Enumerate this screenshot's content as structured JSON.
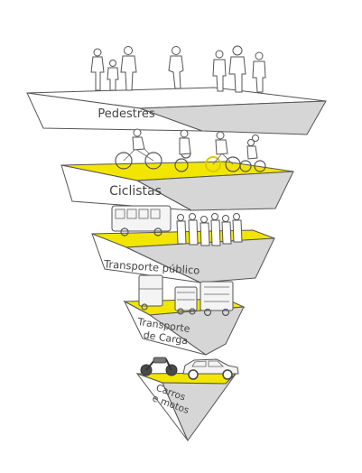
{
  "diagram": {
    "tiers": [
      {
        "label": "Pedestres",
        "surface": "white"
      },
      {
        "label": "Ciclistas",
        "surface": "yellow"
      },
      {
        "label": "Transporte público",
        "surface": "yellow"
      },
      {
        "label_lines": [
          "Transporte",
          "de Carga"
        ],
        "surface": "yellow"
      },
      {
        "label_lines": [
          "Carros",
          "e motos"
        ],
        "surface": "yellow"
      }
    ],
    "colors": {
      "accent_yellow": "#f2e500",
      "front_face": "#ffffff",
      "side_face": "#d6d6d6",
      "outline": "#555555",
      "text": "#444444"
    }
  }
}
